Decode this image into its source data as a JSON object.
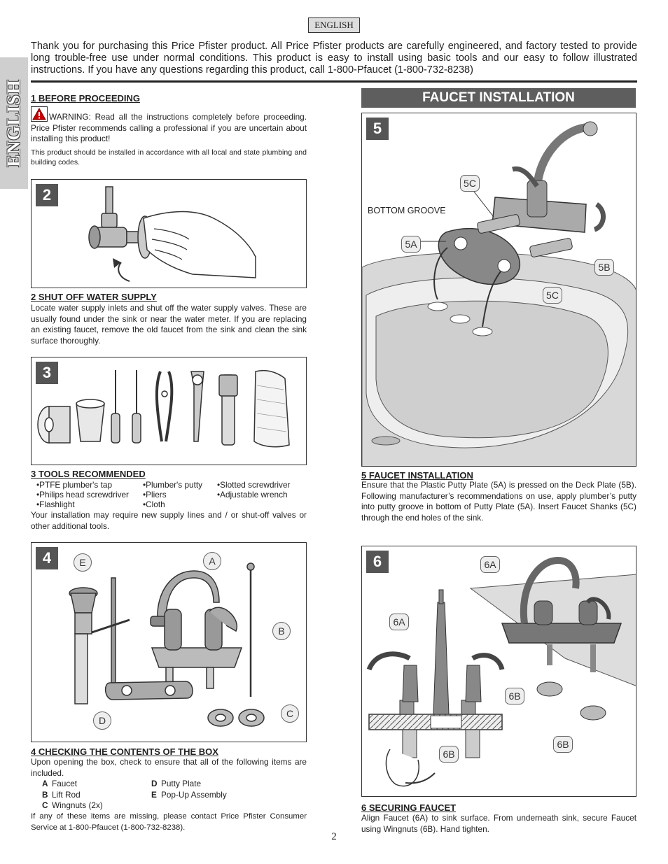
{
  "language_label": "ENGLISH",
  "side_tab": "ENGLISH",
  "intro": "Thank you for purchasing this Price Pfister product.  All Price Pfister products are carefully engineered, and factory tested to provide long trouble-free use under normal conditions.  This product is easy to install using basic tools and our easy to follow illustrated instructions.  If you have any questions regarding this product, call 1-800-Pfaucet (1-800-732-8238)",
  "section1": {
    "heading": "1   BEFORE PROCEEDING",
    "warning": "WARNING: Read all the instructions completely before proceeding. Price Pfister recommends calling a professional if you are uncertain about installing this product!",
    "note": "This product should be installed in accordance with all local and state plumbing and building codes."
  },
  "section2": {
    "number": "2",
    "heading": "2   SHUT OFF WATER SUPPLY",
    "body": "Locate water supply inlets and shut off the water supply valves.  These are usually found under the sink or near the water meter.  If you are replacing an existing faucet, remove the old faucet from the sink and clean the sink surface thoroughly."
  },
  "section3": {
    "number": "3",
    "heading": "3   TOOLS RECOMMENDED",
    "tools_col1": [
      "•PTFE plumber's tap",
      "•Philips head screwdriver",
      "•Flashlight"
    ],
    "tools_col2": [
      "•Plumber's putty",
      "•Pliers",
      "•Cloth"
    ],
    "tools_col3": [
      "•Slotted screwdriver",
      "•Adjustable wrench"
    ],
    "body": "Your installation may require new supply lines and / or shut-off valves or other additional tools."
  },
  "section4": {
    "number": "4",
    "heading": "4   CHECKING THE CONTENTS OF THE BOX",
    "body": "Upon opening the box, check to ensure that all of the following items are included.",
    "items_left": [
      {
        "letter": "A",
        "name": "Faucet"
      },
      {
        "letter": "B",
        "name": "Lift Rod"
      },
      {
        "letter": "C",
        "name": "Wingnuts (2x)"
      }
    ],
    "items_right": [
      {
        "letter": "D",
        "name": "Putty Plate"
      },
      {
        "letter": "E",
        "name": "Pop-Up Assembly"
      }
    ],
    "footer": "If any of these items are missing, please contact Price Pfister Consumer Service at 1-800-Pfaucet (1-800-732-8238).",
    "callouts": {
      "a": "A",
      "b": "B",
      "c": "C",
      "d": "D",
      "e": "E"
    }
  },
  "installation_banner": "FAUCET INSTALLATION",
  "section5": {
    "number": "5",
    "heading": "5   FAUCET INSTALLATION",
    "body": "Ensure that the Plastic Putty Plate (5A) is pressed on the Deck Plate (5B). Following manufacturer’s recommendations on use, apply plumber’s putty into putty groove in bottom of Putty Plate (5A).  Insert Faucet Shanks (5C) through the end holes of the sink.",
    "bottom_groove": "BOTTOM GROOVE",
    "callouts": {
      "c_top": "5C",
      "a": "5A",
      "b": "5B",
      "c_bottom": "5C"
    }
  },
  "section6": {
    "number": "6",
    "heading": "6   SECURING FAUCET",
    "body": "Align Faucet (6A) to sink surface. From underneath sink, secure Faucet using Wingnuts (6B). Hand tighten.",
    "callouts": {
      "a_top": "6A",
      "a_left": "6A",
      "b_mid": "6B",
      "b_bottom_left": "6B",
      "b_right": "6B"
    }
  },
  "page_number": "2"
}
